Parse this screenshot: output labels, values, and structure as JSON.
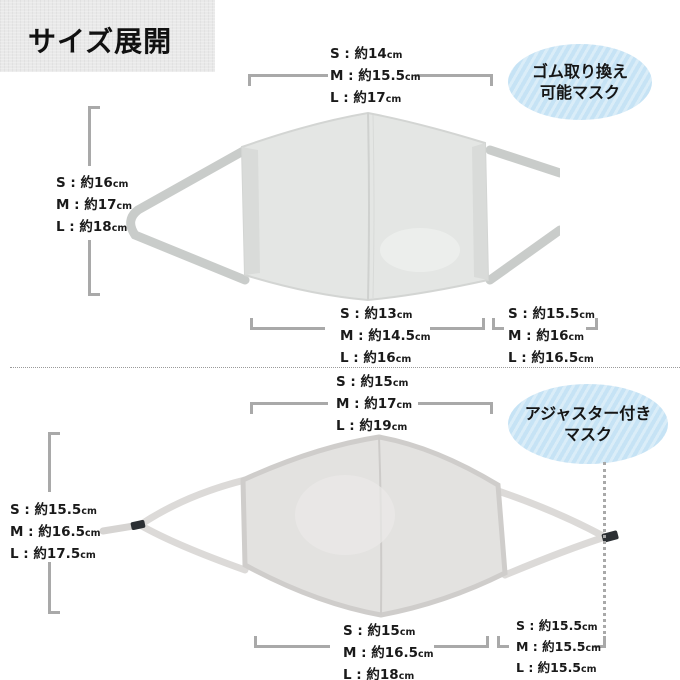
{
  "title": "サイズ展開",
  "unit": "cm",
  "separator_style": "dotted",
  "colors": {
    "badge_fill": "#c6e3f5",
    "bracket_gray": "#a9a9a9",
    "mask_gray": "#e2e3e1",
    "adjuster_black": "#2b2f33",
    "title_bg": "#e9e9e9"
  },
  "mask1": {
    "badge": {
      "line1": "ゴム取り換え",
      "line2": "可能マスク"
    },
    "top_width": {
      "rows": [
        {
          "size": "S",
          "label": "S : 約14",
          "value": 14
        },
        {
          "size": "M",
          "label": "M : 約15.5",
          "value": 15.5
        },
        {
          "size": "L",
          "label": "L : 約17",
          "value": 17
        }
      ]
    },
    "height": {
      "rows": [
        {
          "size": "S",
          "label": "S : 約16",
          "value": 16
        },
        {
          "size": "M",
          "label": "M : 約17",
          "value": 17
        },
        {
          "size": "L",
          "label": "L : 約18",
          "value": 18
        }
      ]
    },
    "bottom_width": {
      "rows": [
        {
          "size": "S",
          "label": "S : 約13",
          "value": 13
        },
        {
          "size": "M",
          "label": "M : 約14.5",
          "value": 14.5
        },
        {
          "size": "L",
          "label": "L : 約16",
          "value": 16
        }
      ]
    },
    "ear_loop": {
      "rows": [
        {
          "size": "S",
          "label": "S : 約15.5",
          "value": 15.5
        },
        {
          "size": "M",
          "label": "M : 約16",
          "value": 16
        },
        {
          "size": "L",
          "label": "L : 約16.5",
          "value": 16.5
        }
      ]
    }
  },
  "mask2": {
    "badge": {
      "line1": "アジャスター付き",
      "line2": "マスク"
    },
    "top_width": {
      "rows": [
        {
          "size": "S",
          "label": "S : 約15",
          "value": 15
        },
        {
          "size": "M",
          "label": "M : 約17",
          "value": 17
        },
        {
          "size": "L",
          "label": "L : 約19",
          "value": 19
        }
      ]
    },
    "height": {
      "rows": [
        {
          "size": "S",
          "label": "S : 約15.5",
          "value": 15.5
        },
        {
          "size": "M",
          "label": "M : 約16.5",
          "value": 16.5
        },
        {
          "size": "L",
          "label": "L : 約17.5",
          "value": 17.5
        }
      ]
    },
    "bottom_width": {
      "rows": [
        {
          "size": "S",
          "label": "S : 約15",
          "value": 15
        },
        {
          "size": "M",
          "label": "M : 約16.5",
          "value": 16.5
        },
        {
          "size": "L",
          "label": "L : 約18",
          "value": 18
        }
      ]
    },
    "ear_loop": {
      "rows": [
        {
          "size": "S",
          "label": "S : 約15.5",
          "value": 15.5
        },
        {
          "size": "M",
          "label": "M : 約15.5",
          "value": 15.5
        },
        {
          "size": "L",
          "label": "L : 約15.5",
          "value": 15.5
        }
      ]
    }
  }
}
